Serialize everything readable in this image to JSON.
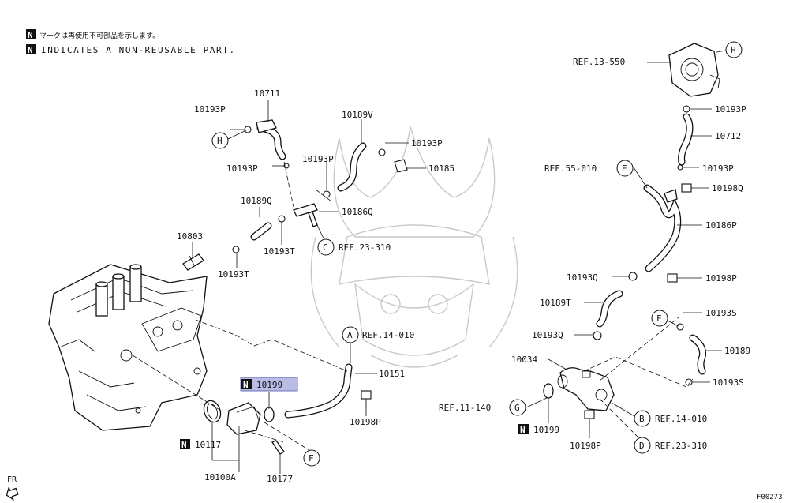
{
  "notes": {
    "jp": "マークは再使用不可部品を示します。",
    "en": "INDICATES A NON-REUSABLE PART.",
    "badge": "N"
  },
  "labels": {
    "p10711": "10711",
    "p10193p_a": "10193P",
    "p10193p_b": "10193P",
    "p10193p_c": "10193P",
    "p10193p_d": "10193P",
    "p10193p_e": "10193P",
    "p10189v": "10189V",
    "p10193p_f": "10193P",
    "p10185": "10185",
    "p10189q": "10189Q",
    "p10186q": "10186Q",
    "p10803": "10803",
    "p10193t_a": "10193T",
    "p10193t_b": "10193T",
    "ref23310_a": "REF.23-310",
    "ref14010_a": "REF.14-010",
    "p10151": "10151",
    "p10199_a": "10199",
    "p10198p_a": "10198P",
    "p10117": "10117",
    "p10100a": "10100A",
    "p10177": "10177",
    "ref13550": "REF.13-550",
    "p10712": "10712",
    "ref55010": "REF.55-010",
    "p10198q": "10198Q",
    "p10186p": "10186P",
    "p10193q_a": "10193Q",
    "p10198p_b": "10198P",
    "p10189t": "10189T",
    "p10193s_a": "10193S",
    "p10193q_b": "10193Q",
    "p10189": "10189",
    "p10034": "10034",
    "p10193s_b": "10193S",
    "ref11140": "REF.11-140",
    "ref14010_b": "REF.14-010",
    "p10199_b": "10199",
    "p10198p_c": "10198P",
    "ref23310_b": "REF.23-310",
    "fr": "FR",
    "fig_code": "F00273"
  },
  "callouts": {
    "H": "H",
    "C": "C",
    "A": "A",
    "F": "F",
    "E": "E",
    "G": "G",
    "B": "B",
    "D": "D"
  },
  "colors": {
    "ink": "#111111",
    "highlight": "#b9bde6",
    "watermark": "#c9c9c9"
  }
}
